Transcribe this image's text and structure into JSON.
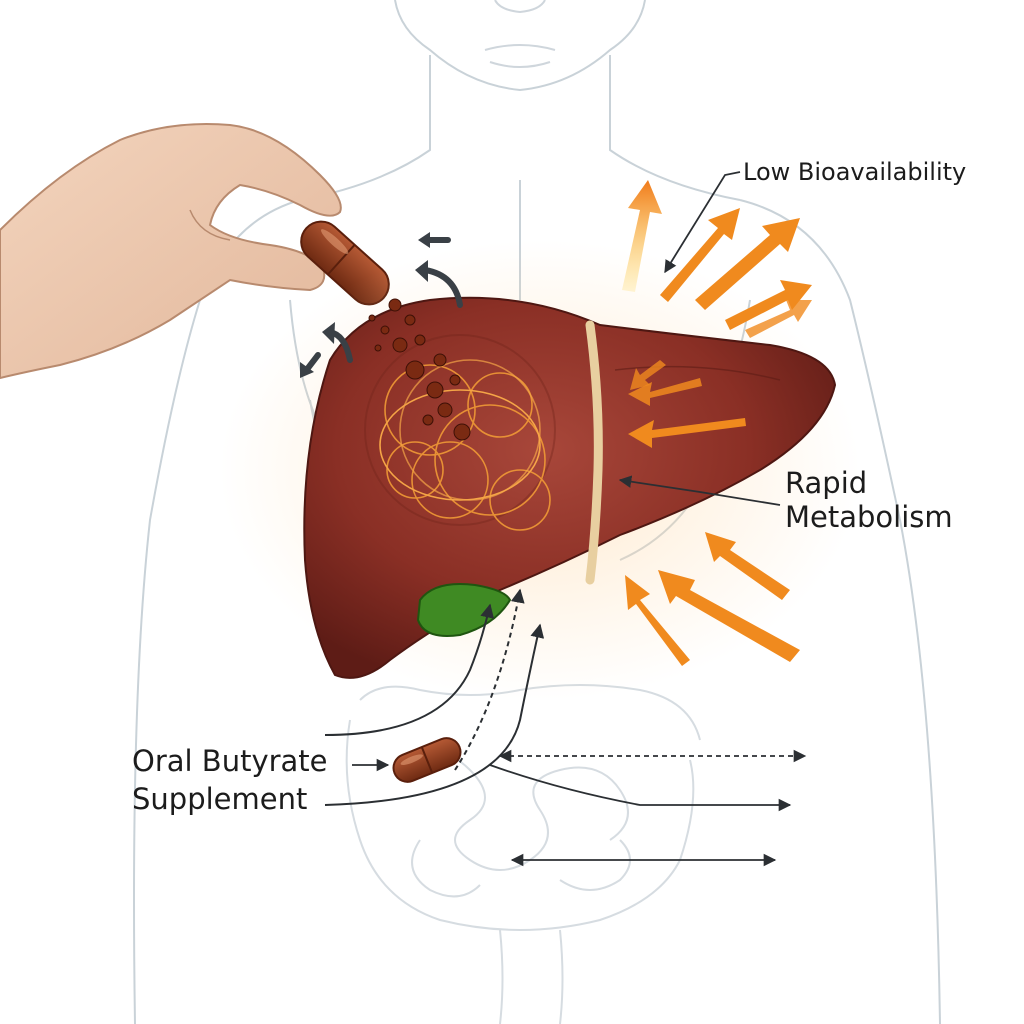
{
  "labels": {
    "low_bioavailability": "Low Bioavailability",
    "rapid_metabolism_line1": "Rapid",
    "rapid_metabolism_line2": "Metabolism",
    "oral_line1": "Oral Butyrate",
    "oral_line2": "Supplement"
  },
  "colors": {
    "liver": "#8a2f25",
    "liver_dark": "#5e1c16",
    "capsule": "#8b3a1c",
    "gallbladder": "#3f8a23",
    "heat_arrow": "#f08a1e",
    "outline": "#c9d2d8",
    "ink": "#1c1c1c"
  }
}
